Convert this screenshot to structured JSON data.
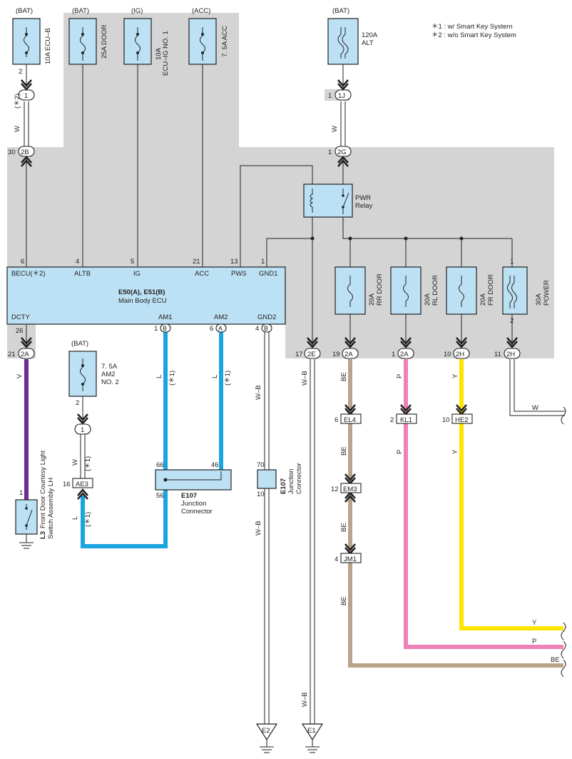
{
  "colors": {
    "shade": "#d4d4d4",
    "ecu_fill": "#bde1f4",
    "wire_L": "#1aa5e0",
    "wire_V": "#6a2d91",
    "wire_P": "#ee82b6",
    "wire_Y": "#ffe400",
    "wire_BE": "#b8a48a"
  },
  "legend": {
    "note1": "＊1 : w/ Smart Key System",
    "note2": "＊2 : w/o Smart Key System"
  },
  "fuses": {
    "ecu_b": {
      "source": "(BAT)",
      "label": "10A ECU–B",
      "pin": "2"
    },
    "door": {
      "source": "(BAT)",
      "label": "25A DOOR"
    },
    "ecu_ig": {
      "source": "(IG)",
      "label1": "10A",
      "label2": "ECU–IG NO. 1"
    },
    "acc": {
      "source": "(ACC)",
      "label": "7. 5A ACC"
    },
    "alt": {
      "source": "(BAT)",
      "label1": "120A",
      "label2": "ALT"
    },
    "am2": {
      "source": "(BAT)",
      "label1": "7. 5A",
      "label2": "AM2",
      "label3": "NO. 2",
      "pin": "2"
    },
    "rr_door": {
      "label1": "20A",
      "label2": "RR DOOR"
    },
    "rl_door": {
      "label1": "20A",
      "label2": "RL DOOR"
    },
    "fr_door": {
      "label1": "20A",
      "label2": "FR DOOR"
    },
    "power": {
      "label1": "30A",
      "label2": "POWER",
      "pin_top": "1",
      "pin_bottom": "2"
    }
  },
  "relay": {
    "label1": "PWR",
    "label2": "Relay"
  },
  "ecu": {
    "title": "E50(A), E51(B)",
    "subtitle": "Main Body ECU",
    "top_pins": [
      {
        "num": "6",
        "name": "BECU(＊2)"
      },
      {
        "num": "4",
        "name": "ALTB"
      },
      {
        "num": "5",
        "name": "IG"
      },
      {
        "num": "21",
        "name": "ACC"
      },
      {
        "num": "13",
        "name": "PWS"
      },
      {
        "num": "1",
        "name": "GND1"
      }
    ],
    "bottom_pins": [
      {
        "num": "",
        "name": "DCTY"
      },
      {
        "num": "1",
        "conn": "B",
        "name": "AM1"
      },
      {
        "num": "6",
        "conn": "A",
        "name": "AM2"
      },
      {
        "num": "4",
        "conn": "B",
        "name": "GND2"
      }
    ],
    "dcty_num": "26"
  },
  "connectors": {
    "c1_top": {
      "id": "1"
    },
    "c_1j": {
      "pin": "1",
      "id": "1J"
    },
    "c_2b": {
      "pin": "30",
      "id": "2B"
    },
    "c_2g": {
      "pin": "1",
      "id": "2G"
    },
    "c_2a_left": {
      "pin": "21",
      "id": "2A"
    },
    "c_1_am2": {
      "id": "1"
    },
    "c_ae3": {
      "pin": "16",
      "id": "AE3"
    },
    "c_2e": {
      "pin": "17",
      "id": "2E"
    },
    "c_2a_rr": {
      "pin": "19",
      "id": "2A"
    },
    "c_2a_rl": {
      "pin": "1",
      "id": "2A"
    },
    "c_2h_fr": {
      "pin": "10",
      "id": "2H"
    },
    "c_2h_pw": {
      "pin": "11",
      "id": "2H"
    },
    "c_el4": {
      "pin": "6",
      "id": "EL4"
    },
    "c_kl1": {
      "pin": "2",
      "id": "KL1"
    },
    "c_he2": {
      "pin": "10",
      "id": "HE2"
    },
    "c_em3": {
      "pin": "12",
      "id": "EM3"
    },
    "c_jm1": {
      "pin": "4",
      "id": "JM1"
    }
  },
  "wires": {
    "w1": "W",
    "w1note": "(＊2)",
    "w2": "W",
    "v": "V",
    "l_am1": "L",
    "l_am1_note": "(＊1)",
    "l_am2": "L",
    "l_am2_note": "(＊1)",
    "w_am2fuse": "W",
    "w_am2fuse_note": "(＊1)",
    "l_low": "L",
    "l_low_note": "(＊1)",
    "wb_gnd2a": "W–B",
    "wb_gnd2b": "W–B",
    "wb_2e_a": "W–B",
    "wb_2e_b": "W–B",
    "be1": "BE",
    "be2": "BE",
    "be3": "BE",
    "be4": "BE",
    "be5": "BE",
    "p1": "P",
    "p2": "P",
    "p3": "P",
    "y1": "Y",
    "y2": "Y",
    "y3": "Y",
    "w_power": "W"
  },
  "junction": {
    "name": "E107",
    "l1": "Junction",
    "l2": "Connector",
    "pin66": "66",
    "pin46": "46",
    "pin56": "56",
    "pin70": "70",
    "pin10": "10"
  },
  "switch": {
    "pin": "1",
    "id": "L3",
    "l1": "Front Door Courtesy Light",
    "l2": "Switch Assembly LH"
  },
  "grounds": {
    "e2": "E2",
    "e1": "E1"
  }
}
